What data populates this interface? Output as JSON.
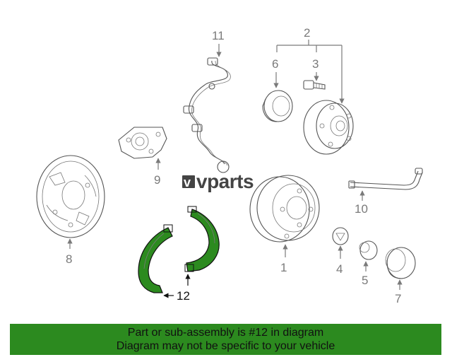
{
  "diagram": {
    "callouts": [
      "1",
      "2",
      "3",
      "4",
      "5",
      "6",
      "7",
      "8",
      "9",
      "10",
      "11",
      "12"
    ],
    "highlight_part": "12",
    "highlight_color": "#2c8a1f",
    "line_color": "#555555",
    "callout_color": "#7a7a7a"
  },
  "watermark": {
    "prefix": "v",
    "text": "vparts",
    "color": "#444444"
  },
  "banner": {
    "line1": "Part or sub-assembly is #12 in diagram",
    "line2": "Diagram may not be specific to your vehicle",
    "background": "#2c8a1f"
  }
}
